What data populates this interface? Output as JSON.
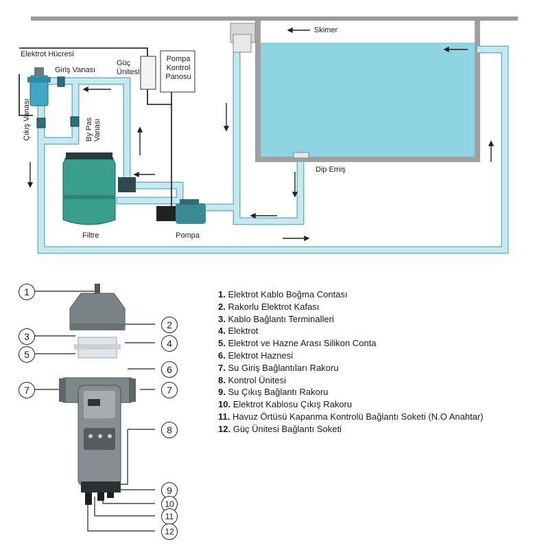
{
  "diagram": {
    "labels": {
      "skimmer": "Skimer",
      "electrode_cell": "Elektrot Hücresi",
      "inlet_valve": "Giriş Vanası",
      "power_unit": "Güç Ünitesi",
      "pump_panel": "Pompa Kontrol Panosu",
      "outlet_valve": "Çıkış Vanası",
      "bypass_valve": "By Pas Vanası",
      "main_drain": "Dip Emiş",
      "filter": "Filtre",
      "pump": "Pompa"
    },
    "colors": {
      "water": "#8ed4e2",
      "pipe": "#b8e2ea",
      "pipe_border": "#6fb3c4",
      "filter": "#3a9e8c",
      "wall": "#9a9a9a"
    }
  },
  "legend": {
    "items": [
      {
        "num": "1.",
        "text": "Elektrot Kablo Boğma Contası"
      },
      {
        "num": "2.",
        "text": "Rakorlu Elektrot Kafası"
      },
      {
        "num": "3.",
        "text": "Kablo Bağlantı Terminalleri"
      },
      {
        "num": "4.",
        "text": "Elektrot"
      },
      {
        "num": "5.",
        "text": "Elektrot ve Hazne Arası Silikon Conta"
      },
      {
        "num": "6.",
        "text": "Elektrot Haznesi"
      },
      {
        "num": "7.",
        "text": "Su Giriş Bağlantıları Rakoru"
      },
      {
        "num": "8.",
        "text": "Kontrol Ünitesi"
      },
      {
        "num": "9.",
        "text": "Su Çıkış Bağlantı Rakoru"
      },
      {
        "num": "10.",
        "text": "Elektrot Kablosu Çıkış Rakoru"
      },
      {
        "num": "11.",
        "text": "Havuz Örtüsü Kapanma Kontrolü Bağlantı Soketi (N.O Anahtar)"
      },
      {
        "num": "12.",
        "text": "Güç Ünitesi Bağlantı Soketi"
      }
    ]
  },
  "callouts": [
    "1",
    "2",
    "3",
    "4",
    "5",
    "6",
    "7",
    "7",
    "8",
    "9",
    "10",
    "11",
    "12"
  ]
}
